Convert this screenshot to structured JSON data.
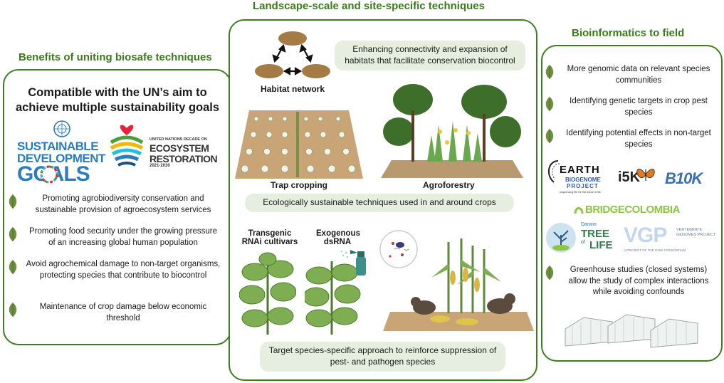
{
  "headings": {
    "left": "Benefits of uniting biosafe techniques",
    "middle": "Landscape-scale and site-specific techniques",
    "right": "Bioinformatics to field"
  },
  "left": {
    "title": "Compatible with the UN’s aim to achieve multiple sustainability goals",
    "sdg_logo": {
      "line1": "SUSTAINABLE",
      "line2": "DEVELOPMENT",
      "line3": "GOALS"
    },
    "restoration_logo": {
      "line1": "UNITED NATIONS DECADE ON",
      "line2": "ECOSYSTEM",
      "line3": "RESTORATION",
      "line4": "2021-2030"
    },
    "bullets": [
      "Promoting agrobiodiversity conservation and sustainable provision of agroecosystem services",
      "Promoting food security under the growing pressure of an increasing global human population",
      "Avoid agrochemical damage to non-target organisms, protecting species that contribute to biocontrol",
      "Maintenance of crop damage below economic threshold"
    ]
  },
  "middle": {
    "habitat_label": "Habitat network",
    "pill_top": "Enhancing connectivity and expansion of habitats that facilitate conservation biocontrol",
    "trap_label": "Trap cropping",
    "agro_label": "Agroforestry",
    "pill_mid": "Ecologically sustainable techniques used in and around crops",
    "rnai_label": "Transgenic RNAi cultivars",
    "dsrna_label": "Exogenous dsRNA",
    "pill_bottom": "Target species-specific approach to reinforce suppression of pest- and pathogen species"
  },
  "right": {
    "bullets": [
      "More genomic data on relevant species communities",
      "Identifying genetic targets in crop pest species",
      "Identifying potential effects in non-target species",
      "Greenhouse studies (closed systems) allow the study of complex interactions while avoiding confounds"
    ],
    "logos": {
      "earth_line1": "EARTH",
      "earth_line2": "BIOGENOME",
      "earth_line3": "PROJECT",
      "earth_tag": "sequencing life for the future of life",
      "i5k": "i5K",
      "b10k": "B10K",
      "bridge": "BRIDGECOLOMBIA",
      "darwin": "Darwin",
      "tree": "TREE",
      "of": "of",
      "life": "LIFE",
      "vgp": "VGP",
      "vgp_side": "VERTEBRATE GENOMES PROJECT",
      "vgp_sub": "A PROJECT OF THE G10K CONSORTIUM"
    }
  },
  "colors": {
    "accent_green": "#3e7d22",
    "pill_bg": "#e6efdf",
    "sdg_blue": "#2b7bbf"
  }
}
